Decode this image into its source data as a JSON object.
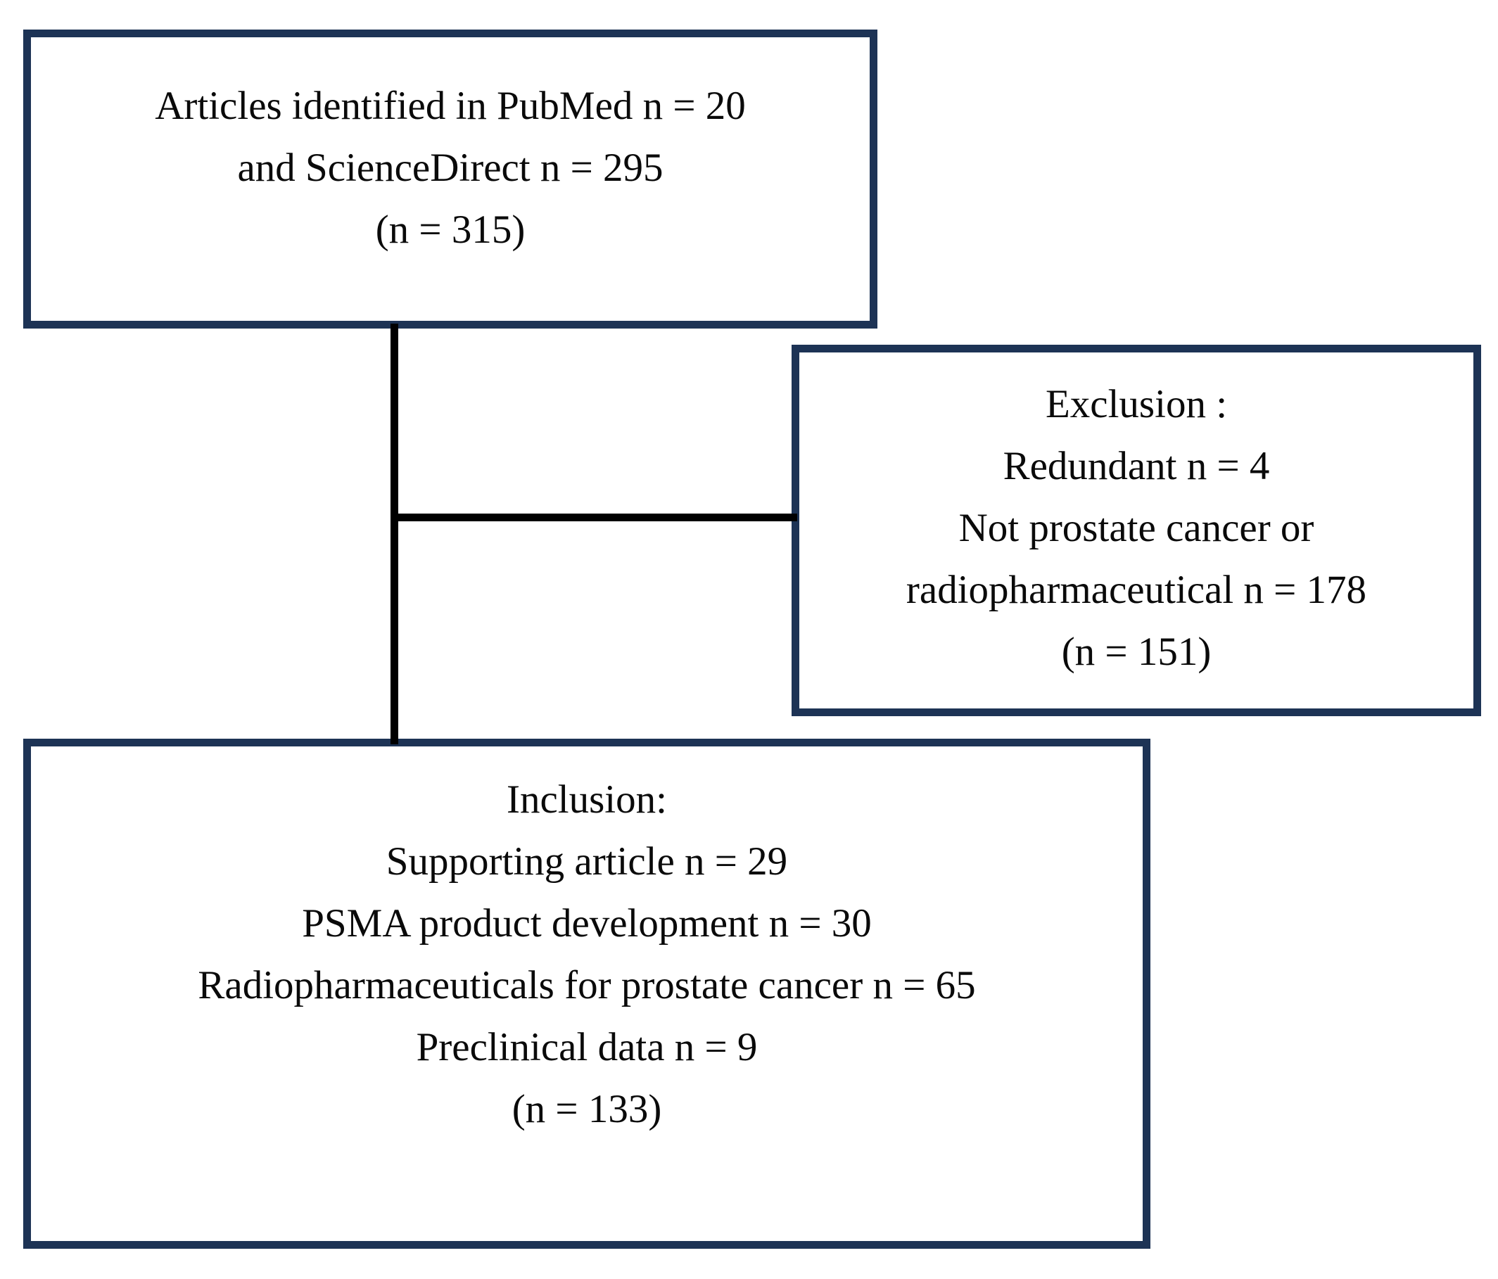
{
  "diagram": {
    "type": "prisma-flowchart",
    "accent_color": "#1d3355",
    "text_color": "#0a0a0a",
    "background_color": "#ffffff",
    "boxes": {
      "identified": {
        "name": "records-identified",
        "lines": [
          "Articles identified in PubMed n = 20",
          "and ScienceDirect n = 295",
          "(n = 315)"
        ]
      },
      "exclusion": {
        "name": "records-excluded",
        "lines": [
          "Exclusion :",
          "Redundant n = 4",
          "Not prostate cancer or",
          "radiopharmaceutical n = 178",
          "(n = 151)"
        ]
      },
      "inclusion": {
        "name": "records-included",
        "lines": [
          "Inclusion:",
          "Supporting article n = 29",
          "PSMA product development n = 30",
          "Radiopharmaceuticals for prostate cancer n = 65",
          "Preclinical data n = 9",
          "(n = 133)"
        ]
      }
    },
    "connectors": [
      {
        "name": "identified-to-inclusion",
        "orientation": "vertical"
      },
      {
        "name": "identified-to-exclusion",
        "orientation": "horizontal"
      }
    ]
  }
}
